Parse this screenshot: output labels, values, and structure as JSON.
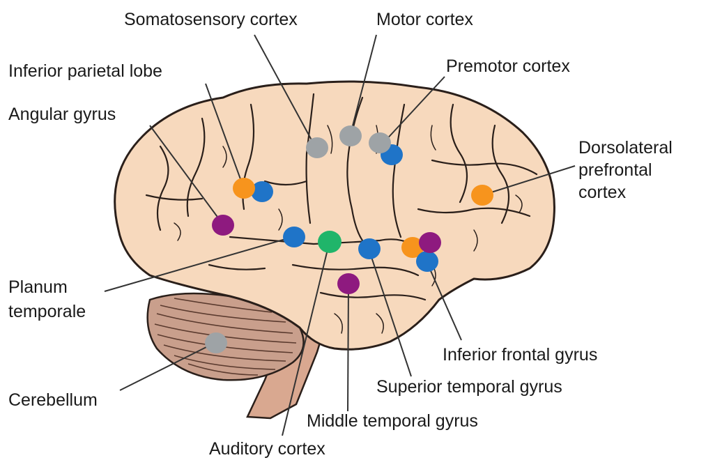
{
  "labels": {
    "somatosensory": "Somatosensory cortex",
    "motor": "Motor cortex",
    "inferior_parietal": "Inferior parietal lobe",
    "premotor": "Premotor cortex",
    "angular": "Angular gyrus",
    "dlpfc_1": "Dorsolateral",
    "dlpfc_2": "prefrontal",
    "dlpfc_3": "cortex",
    "planum_1": "Planum",
    "planum_2": "temporale",
    "inferior_frontal": "Inferior frontal gyrus",
    "superior_temporal": "Superior temporal gyrus",
    "cerebellum": "Cerebellum",
    "middle_temporal": "Middle temporal gyrus",
    "auditory": "Auditory cortex"
  },
  "colors": {
    "gray": "#9ea3a6",
    "blue": "#1f74c8",
    "orange": "#f7941d",
    "purple": "#8e1a7f",
    "green": "#20b56a",
    "brain_fill": "#f7d9bd",
    "cerebellum_fill": "#c99f8c"
  }
}
